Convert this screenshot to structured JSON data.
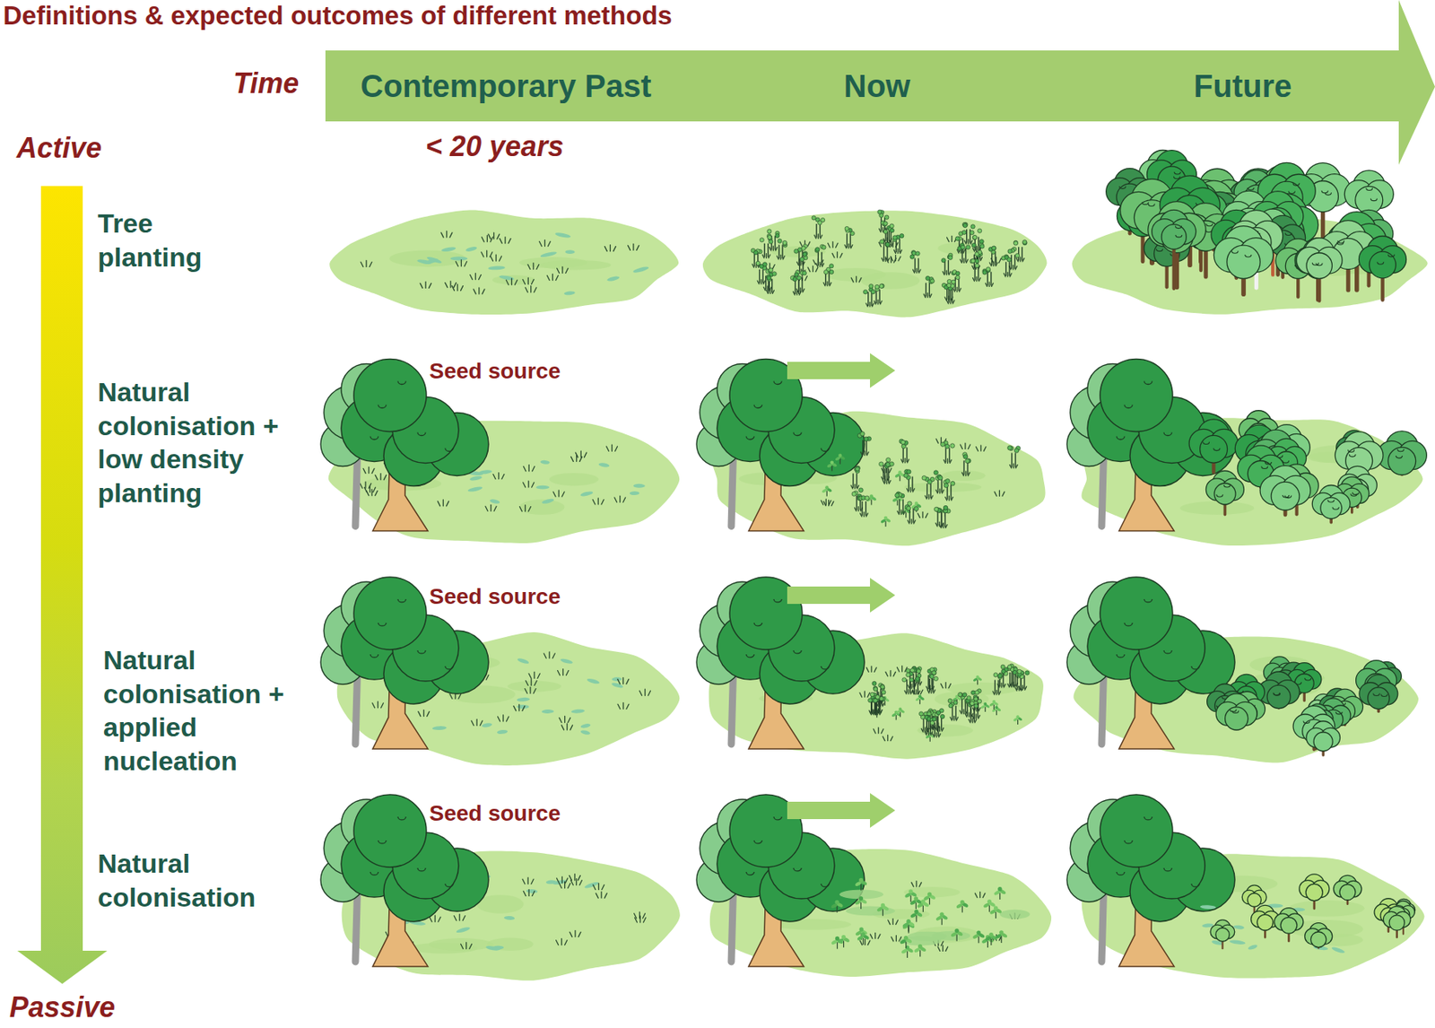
{
  "diagram": {
    "title": "Definitions & expected outcomes of different methods",
    "nodes": [
      {
        "text": [
          "Contemporary Past",
          "Now",
          "Future"
        ]
      }
    ],
    "labels": [
      "Time",
      "Active",
      "< 20 years",
      "Tree planting",
      "Natural colonisation + low density planting",
      "Seed source",
      "Natural colonisation + applied nucleation",
      "Seed source",
      "Natural colonisation",
      "Seed source",
      "Passive"
    ]
  }
}
